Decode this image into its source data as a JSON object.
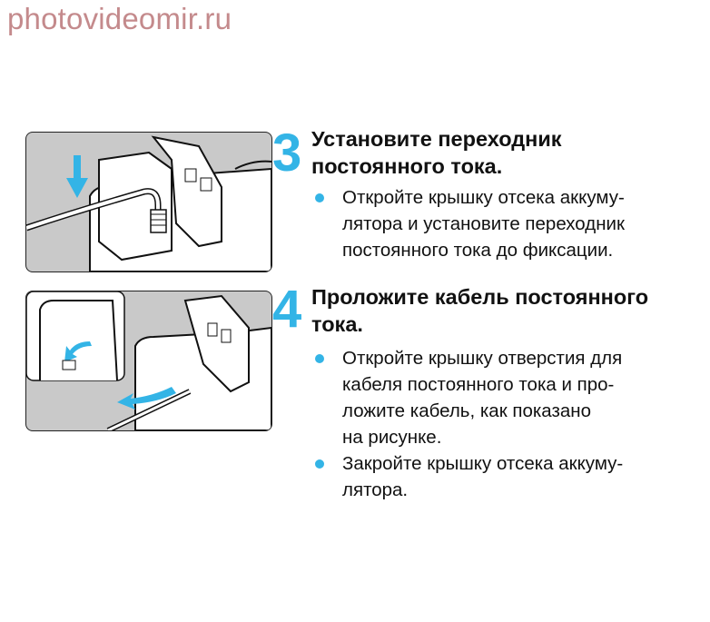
{
  "watermark": "photovideomir.ru",
  "accent_color": "#33b4e6",
  "steps": [
    {
      "number": "3",
      "title_lines": [
        "Установите переходник",
        "постоянного тока."
      ],
      "bullets": [
        {
          "lines": [
            "Откройте крышку отсека аккуму-",
            "лятора и установите переходник",
            "постоянного тока до фиксации."
          ]
        }
      ]
    },
    {
      "number": "4",
      "title_lines": [
        "Проложите кабель постоянного",
        "тока."
      ],
      "bullets": [
        {
          "lines": [
            "Откройте крышку отверстия для",
            "кабеля постоянного тока и про-",
            "ложите кабель, как показано",
            "на рисунке."
          ]
        },
        {
          "lines": [
            "Закройте крышку отсека аккуму-",
            "лятора."
          ]
        }
      ]
    }
  ]
}
